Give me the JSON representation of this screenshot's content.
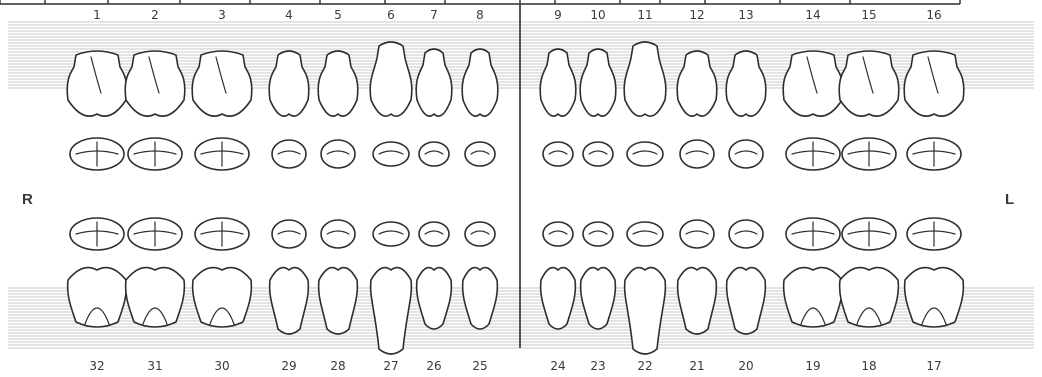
{
  "side_labels": {
    "right": "R",
    "left": "L"
  },
  "upper_teeth": [
    {
      "number": "1",
      "kind": "molar"
    },
    {
      "number": "2",
      "kind": "molar"
    },
    {
      "number": "3",
      "kind": "molar"
    },
    {
      "number": "4",
      "kind": "premolar"
    },
    {
      "number": "5",
      "kind": "premolar"
    },
    {
      "number": "6",
      "kind": "canine"
    },
    {
      "number": "7",
      "kind": "incisor"
    },
    {
      "number": "8",
      "kind": "incisor"
    },
    {
      "number": "9",
      "kind": "incisor"
    },
    {
      "number": "10",
      "kind": "incisor"
    },
    {
      "number": "11",
      "kind": "canine"
    },
    {
      "number": "12",
      "kind": "premolar"
    },
    {
      "number": "13",
      "kind": "premolar"
    },
    {
      "number": "14",
      "kind": "molar"
    },
    {
      "number": "15",
      "kind": "molar"
    },
    {
      "number": "16",
      "kind": "molar"
    }
  ],
  "lower_teeth": [
    {
      "number": "32",
      "kind": "molar"
    },
    {
      "number": "31",
      "kind": "molar"
    },
    {
      "number": "30",
      "kind": "molar"
    },
    {
      "number": "29",
      "kind": "premolar"
    },
    {
      "number": "28",
      "kind": "premolar"
    },
    {
      "number": "27",
      "kind": "canine"
    },
    {
      "number": "26",
      "kind": "incisor"
    },
    {
      "number": "25",
      "kind": "incisor"
    },
    {
      "number": "24",
      "kind": "incisor"
    },
    {
      "number": "23",
      "kind": "incisor"
    },
    {
      "number": "22",
      "kind": "canine"
    },
    {
      "number": "21",
      "kind": "premolar"
    },
    {
      "number": "20",
      "kind": "premolar"
    },
    {
      "number": "19",
      "kind": "molar"
    },
    {
      "number": "18",
      "kind": "molar"
    },
    {
      "number": "17",
      "kind": "molar"
    }
  ],
  "colors": {
    "ink": "#2e2e2e",
    "stripe": "#c8c8c8",
    "paper": "#ffffff"
  }
}
